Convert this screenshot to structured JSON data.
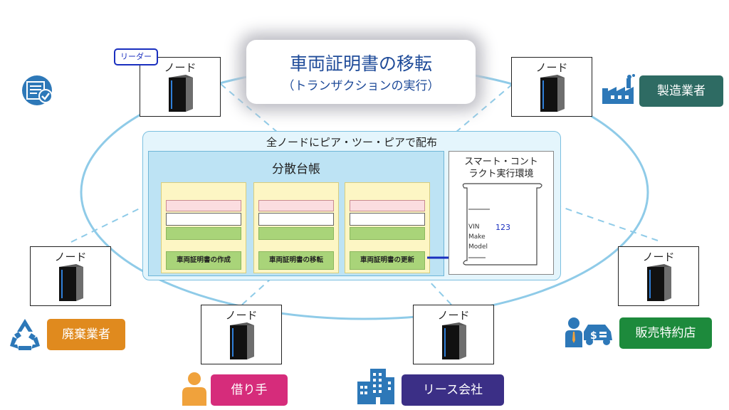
{
  "title": {
    "main": "車両証明書の移転",
    "sub": "（トランザクションの実行）"
  },
  "leader_badge": "リーダー",
  "node_label": "ノード",
  "panel": {
    "title": "全ノードにピア・ツー・ピアで配布",
    "ledger_title": "分散台帳",
    "blocks": [
      "車両証明書の作成",
      "車両証明書の移転",
      "車両証明書の更新"
    ],
    "contract_title_line1": "スマート・コント",
    "contract_title_line2": "ラクト実行環境",
    "scroll_fields": [
      "VIN",
      "Make",
      "Model"
    ],
    "scroll_value": "123"
  },
  "roles": {
    "manufacturer": "製造業者",
    "dealer": "販売特約店",
    "lessor": "リース会社",
    "borrower": "借り手",
    "disposer": "廃棄業者"
  },
  "colors": {
    "ring": "#8fcbe8",
    "manufacturer": "#2e6b63",
    "dealer": "#1d8a3c",
    "lessor": "#3b2f86",
    "borrower": "#d62c7b",
    "disposer": "#e08a1e",
    "icon_blue": "#2d78b8",
    "icon_orange": "#f0a23c"
  }
}
